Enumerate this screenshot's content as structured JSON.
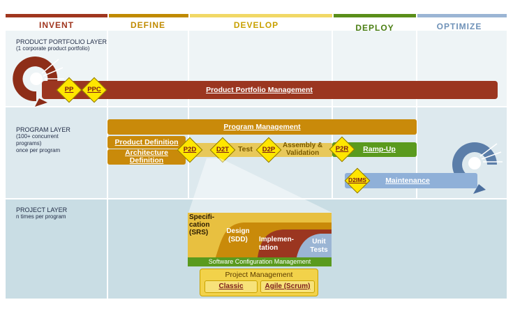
{
  "phases": [
    {
      "label": "INVENT",
      "color": "#a0361f"
    },
    {
      "label": "DEFINE",
      "color": "#c08a00"
    },
    {
      "label": "DEVELOP",
      "color": "#cfa500"
    },
    {
      "label": "DEPLOY",
      "color": "#5a8e1a"
    },
    {
      "label": "OPTIMIZE",
      "color": "#6f92b8"
    }
  ],
  "layers": {
    "portfolio": {
      "title": "PRODUCT PORTFOLIO LAYER",
      "subtitle": "(1 corporate product portfolio)"
    },
    "program": {
      "title": "PROGRAM LAYER",
      "line1": "(100+ concurrent",
      "line2": "programs)",
      "line3": "once per program"
    },
    "project": {
      "title": "PROJECT LAYER",
      "subtitle": "n times per program"
    }
  },
  "bars": {
    "portfolio_management": "Product Portfolio Management",
    "program_management": "Program Management",
    "product_definition": "Product Definition",
    "architecture_definition_1": "Architecture",
    "architecture_definition_2": "Definition",
    "test": "Test",
    "assembly_1": "Assembly &",
    "assembly_2": "Validation",
    "ramp_up": "Ramp-Up",
    "maintenance": "Maintenance"
  },
  "milestones": {
    "pp": "PP",
    "ppc": "PPC",
    "p2d": "P2D",
    "d2t": "D2T",
    "d2p": "D2P",
    "p2r": "P2R",
    "d2ims": "D2IMS"
  },
  "project": {
    "spec_1": "Specifi-",
    "spec_2": "cation",
    "spec_3": "(SRS)",
    "design_1": "Design",
    "design_2": "(SDD)",
    "impl_1": "Implemen-",
    "impl_2": "tation",
    "unit_1": "Unit",
    "unit_2": "Tests",
    "scm": "Software Configuration Management",
    "pm_title": "Project Management",
    "classic": "Classic",
    "agile": "Agile (Scrum)"
  },
  "colors": {
    "portfolio_bar": "#9b3620",
    "program_bar": "#c98a0a",
    "develop_light": "#e8c85a",
    "ramp_green": "#5a9a1e",
    "maintenance_blue": "#8fb0d8",
    "milestone": "#ffe600"
  }
}
